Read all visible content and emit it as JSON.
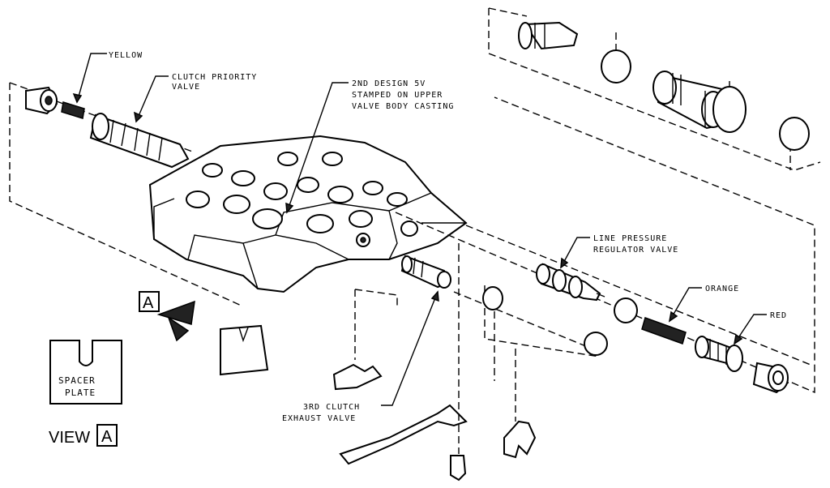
{
  "labels": {
    "yellow": "YELLOW",
    "clutch_priority_1": "CLUTCH PRIORITY",
    "clutch_priority_2": "VALVE",
    "design_1": "2ND DESIGN 5V",
    "design_2": "STAMPED ON UPPER",
    "design_3": "VALVE BODY CASTING",
    "line_pressure_1": "LINE PRESSURE",
    "line_pressure_2": "REGULATOR VALVE",
    "orange": "ORANGE",
    "red": "RED",
    "third_clutch_1": "3RD CLUTCH",
    "third_clutch_2": "EXHAUST VALVE",
    "spacer_1": "SPACER",
    "spacer_2": "PLATE",
    "view": "VIEW",
    "view_letter": "A",
    "arrow_letter": "A"
  }
}
